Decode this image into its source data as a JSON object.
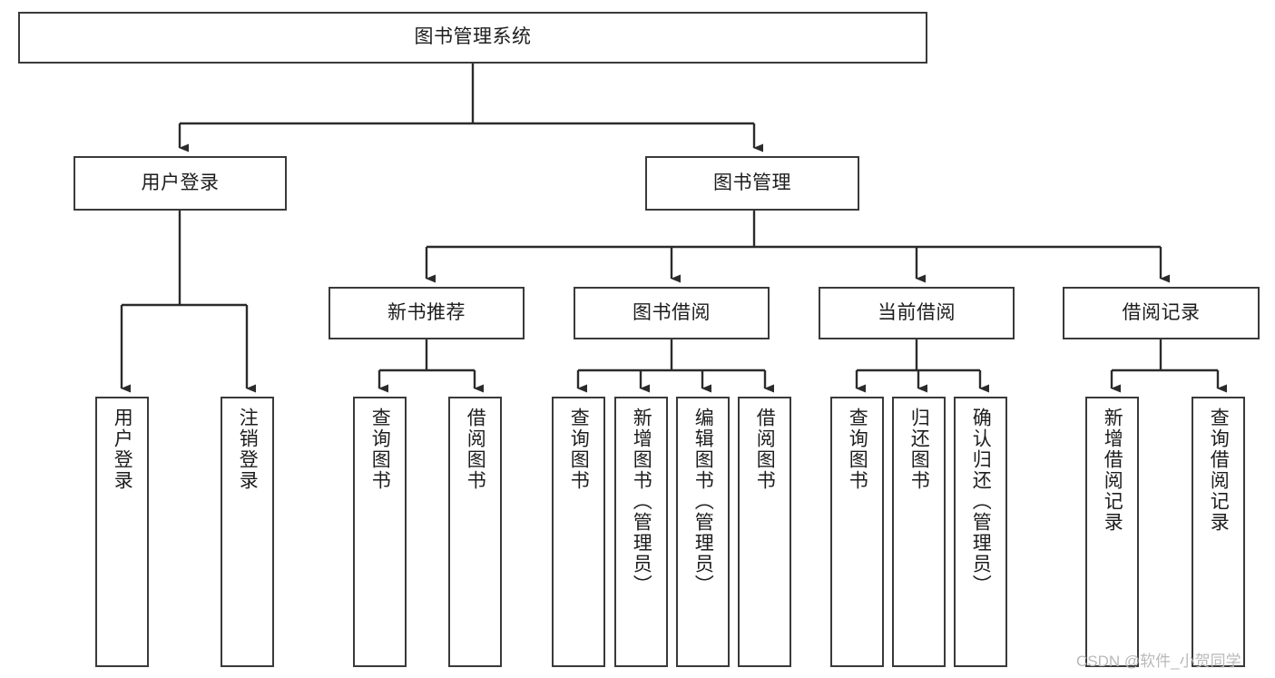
{
  "diagram": {
    "title": "图书管理系统",
    "type": "tree-hierarchy-chart",
    "orientation": "top-down",
    "colors": {
      "box_border": "#3a3a3a",
      "box_fill": "#ffffff",
      "edge": "#2b2b2b",
      "text": "#1d1d1d",
      "watermark": "#b9b9b9",
      "background": "#ffffff"
    }
  },
  "watermark": {
    "text": "CSDN @软件_小贺同学"
  },
  "nodes": {
    "root": {
      "label": "图书管理系统"
    },
    "level2": [
      {
        "id": "user-login",
        "label": "用户登录"
      },
      {
        "id": "book-management",
        "label": "图书管理"
      }
    ],
    "level3": [
      {
        "id": "new-book-recommend",
        "label": "新书推荐"
      },
      {
        "id": "book-borrow",
        "label": "图书借阅"
      },
      {
        "id": "current-borrow",
        "label": "当前借阅"
      },
      {
        "id": "borrow-record",
        "label": "借阅记录"
      }
    ],
    "leaves": {
      "user-login": [
        {
          "id": "leaf-user-login",
          "label": "用户登录"
        },
        {
          "id": "leaf-logout-login",
          "label": "注销登录"
        }
      ],
      "new-book-recommend": [
        {
          "id": "leaf-query-book-1",
          "label": "查询图书"
        },
        {
          "id": "leaf-borrow-book-1",
          "label": "借阅图书"
        }
      ],
      "book-borrow": [
        {
          "id": "leaf-query-book-2",
          "label": "查询图书"
        },
        {
          "id": "leaf-add-book",
          "label": "新增图书（管理员）"
        },
        {
          "id": "leaf-edit-book",
          "label": "编辑图书（管理员）"
        },
        {
          "id": "leaf-borrow-book-2",
          "label": "借阅图书"
        }
      ],
      "current-borrow": [
        {
          "id": "leaf-query-book-3",
          "label": "查询图书"
        },
        {
          "id": "leaf-return-book",
          "label": "归还图书"
        },
        {
          "id": "leaf-confirm-return",
          "label": "确认归还（管理员）"
        }
      ],
      "borrow-record": [
        {
          "id": "leaf-add-record",
          "label": "新增借阅记录"
        },
        {
          "id": "leaf-query-record",
          "label": "查询借阅记录"
        }
      ]
    }
  }
}
